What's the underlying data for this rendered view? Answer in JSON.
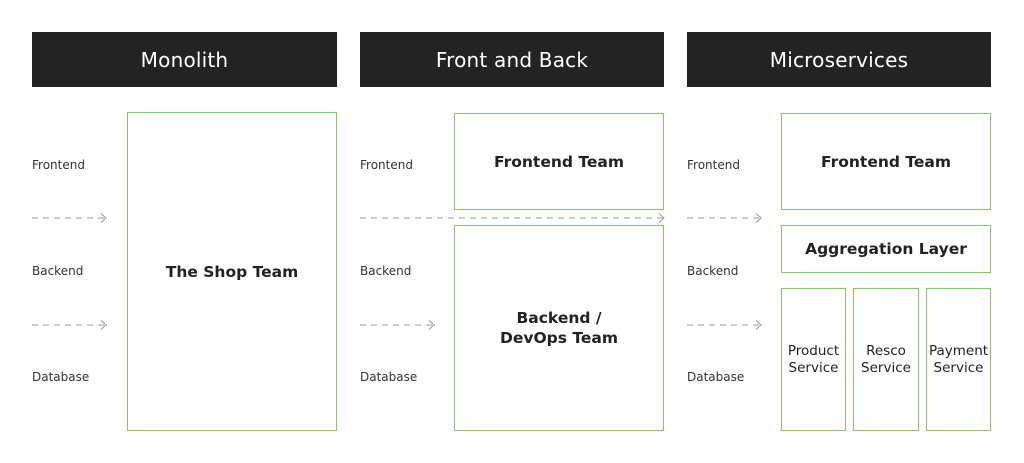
{
  "columns": [
    {
      "title": "Monolith",
      "labels": [
        "Frontend",
        "Backend",
        "Database"
      ],
      "boxes": [
        "The Shop Team"
      ]
    },
    {
      "title": "Front and Back",
      "labels": [
        "Frontend",
        "Backend",
        "Database"
      ],
      "boxes": [
        "Frontend Team",
        "Backend / DevOps Team"
      ]
    },
    {
      "title": "Microservices",
      "labels": [
        "Frontend",
        "Backend",
        "Database"
      ],
      "boxes": [
        "Frontend Team",
        "Aggregation Layer"
      ],
      "services": [
        "Product Service",
        "Resco Service",
        "Payment Service"
      ]
    }
  ],
  "colors": {
    "header_bg": "#232323",
    "header_text": "#ffffff",
    "box_border": "#8cc46a",
    "arrow": "#999999"
  }
}
